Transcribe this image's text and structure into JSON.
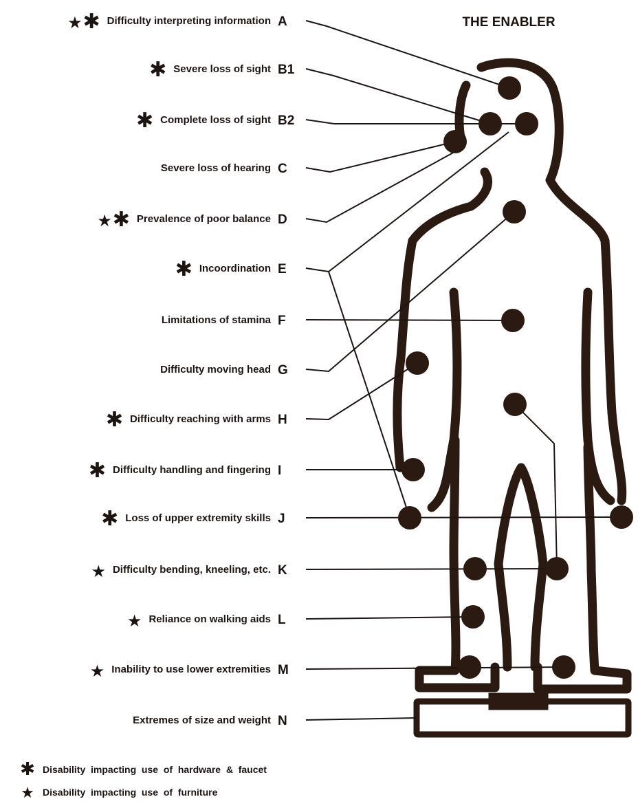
{
  "title": "THE ENABLER",
  "items": [
    {
      "code": "A",
      "text": "Difficulty interpreting information",
      "symbols": [
        "star",
        "asterisk"
      ]
    },
    {
      "code": "B1",
      "text": "Severe loss of sight",
      "symbols": [
        "asterisk"
      ]
    },
    {
      "code": "B2",
      "text": "Complete loss of sight",
      "symbols": [
        "asterisk"
      ]
    },
    {
      "code": "C",
      "text": "Severe loss of hearing",
      "symbols": []
    },
    {
      "code": "D",
      "text": "Prevalence of poor balance",
      "symbols": [
        "star",
        "asterisk"
      ]
    },
    {
      "code": "E",
      "text": "Incoordination",
      "symbols": [
        "asterisk"
      ]
    },
    {
      "code": "F",
      "text": "Limitations of stamina",
      "symbols": []
    },
    {
      "code": "G",
      "text": "Difficulty moving head",
      "symbols": []
    },
    {
      "code": "H",
      "text": "Difficulty reaching with arms",
      "symbols": [
        "asterisk"
      ]
    },
    {
      "code": "I",
      "text": "Difficulty handling and fingering",
      "symbols": [
        "asterisk"
      ]
    },
    {
      "code": "J",
      "text": "Loss of upper extremity skills",
      "symbols": [
        "asterisk"
      ]
    },
    {
      "code": "K",
      "text": "Difficulty bending, kneeling, etc.",
      "symbols": [
        "star"
      ]
    },
    {
      "code": "L",
      "text": "Reliance on walking aids",
      "symbols": [
        "star"
      ]
    },
    {
      "code": "M",
      "text": "Inability to use lower extremities",
      "symbols": [
        "star"
      ]
    },
    {
      "code": "N",
      "text": "Extremes of size and weight",
      "symbols": []
    }
  ],
  "legend": [
    {
      "symbol": "asterisk",
      "text": "Disability  impacting  use  of  hardware  &  faucet"
    },
    {
      "symbol": "star",
      "text": "Disability  impacting  use  of  furniture"
    }
  ],
  "colors": {
    "ink": "#1c1410",
    "dot": "#2a1a12",
    "background": "#ffffff"
  }
}
